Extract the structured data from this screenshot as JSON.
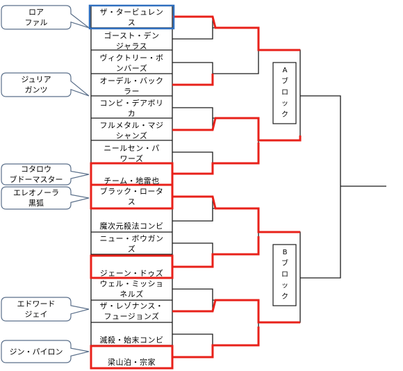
{
  "teams": [
    {
      "line1": "ザ・タービュレン",
      "line2": "ス"
    },
    {
      "line1": "ゴースト・デン",
      "line2": "ジャラス"
    },
    {
      "line1": "ヴィクトリー・ボ",
      "line2": "ンバーズ"
    },
    {
      "line1": "オーデル・バック",
      "line2": "ラー"
    },
    {
      "line1": "コンビ・デアボリ",
      "line2": "カ"
    },
    {
      "line1": "フルメタル・マジ",
      "line2": "シャンズ"
    },
    {
      "line1": "ニールセン・パ",
      "line2": "ワーズ"
    },
    {
      "line1": "チーム・地雷也",
      "line2": ""
    },
    {
      "line1": "ブラック・ロータ",
      "line2": "ス"
    },
    {
      "line1": "魔次元殺法コンビ",
      "line2": ""
    },
    {
      "line1": "ニュー・ボウガン",
      "line2": "ズ"
    },
    {
      "line1": "ジェーン・ドゥズ",
      "line2": ""
    },
    {
      "line1": "ウェル・ミッショ",
      "line2": "ネルズ"
    },
    {
      "line1": "ザ・レゾナンス・",
      "line2": "フュージョンズ"
    },
    {
      "line1": "滅殺・始末コンビ",
      "line2": ""
    },
    {
      "line1": "梁山泊・宗家",
      "line2": ""
    }
  ],
  "callouts": [
    {
      "line1": "ロア",
      "line2": "ファル"
    },
    {
      "line1": "ジュリア",
      "line2": "ガンツ"
    },
    {
      "line1": "コタロウ",
      "line2": "ブドーマスター"
    },
    {
      "line1": "エレオノーラ",
      "line2": "黒狐"
    },
    {
      "line1": "エドワード",
      "line2": "ジェイ"
    },
    {
      "line1": "ジン・パイロン",
      "line2": ""
    }
  ],
  "blocks": [
    {
      "chars": [
        "A",
        "ブ",
        "ロ",
        "ッ",
        "ク"
      ]
    },
    {
      "chars": [
        "B",
        "ブ",
        "ロ",
        "ッ",
        "ク"
      ]
    }
  ],
  "colors": {
    "win": "#e8211a",
    "line": "#1a1a1a",
    "highlight": "#2f6fbf",
    "callout_border": "#5a6f8a"
  }
}
